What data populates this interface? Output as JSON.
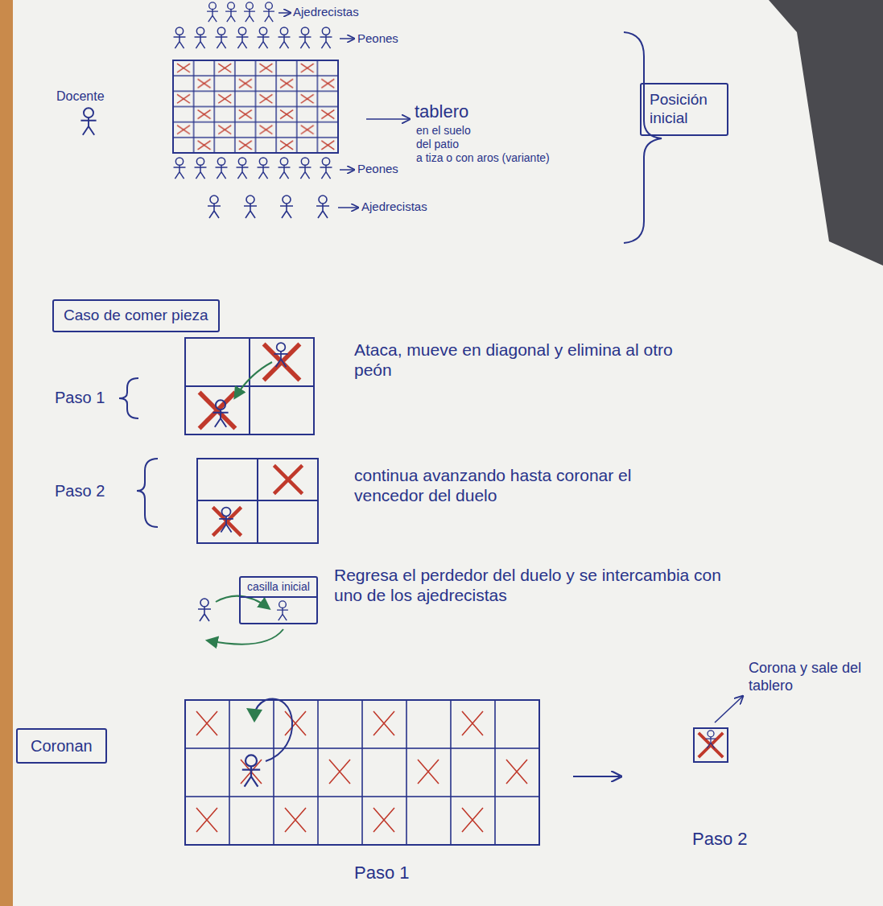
{
  "diagram": {
    "nodes": [
      {
        "text": [
          "Posición inicial"
        ]
      },
      {
        "text": [
          "Caso de comer pieza"
        ]
      },
      {
        "text": [
          "casilla inicial"
        ]
      },
      {
        "text": [
          "Coronan"
        ]
      }
    ],
    "labels": [
      "Ajedrecistas",
      "Peones",
      "Docente",
      "tablero",
      "en el suelo",
      "del patio",
      "a tiza o con aros (variante)",
      "Peones",
      "Ajedrecistas",
      "Paso 1",
      "Ataca, mueve en diagonal y elimina al otro peón",
      "Paso 2",
      "continua avanzando hasta coronar el vencedor del duelo",
      "Regresa el perdedor del duelo y se intercambia con uno de los ajedrecistas",
      "Paso 1",
      "Corona y sale del tablero",
      "Paso 2"
    ]
  }
}
